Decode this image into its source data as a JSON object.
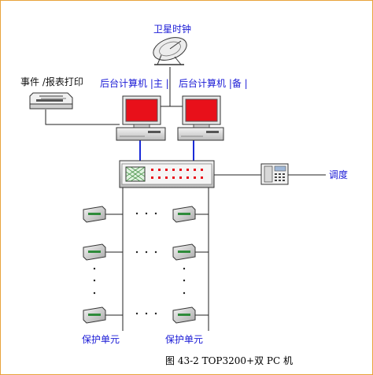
{
  "labels": {
    "satellite_clock": "卫星时钟",
    "printer": "事件 /报表打印",
    "computer_main": "后台计算机 |主 |",
    "computer_backup": "后台计算机 |备 |",
    "dispatch": "调度",
    "protection_unit_left": "保护单元",
    "protection_unit_right": "保护单元"
  },
  "caption": "图 43-2 TOP3200+双 PC 机",
  "colors": {
    "border": "#e8a33c",
    "label_text": "#1a1ad6",
    "screen": "#e8101a",
    "link_blue": "#1a2bd8",
    "device_body": "#dcdcdc",
    "unit_green": "#2e8b3a"
  },
  "icons": [
    "satellite-dish-icon",
    "printer-icon",
    "computer-icon",
    "switch-device-icon",
    "telephone-icon",
    "protection-unit-icon"
  ]
}
